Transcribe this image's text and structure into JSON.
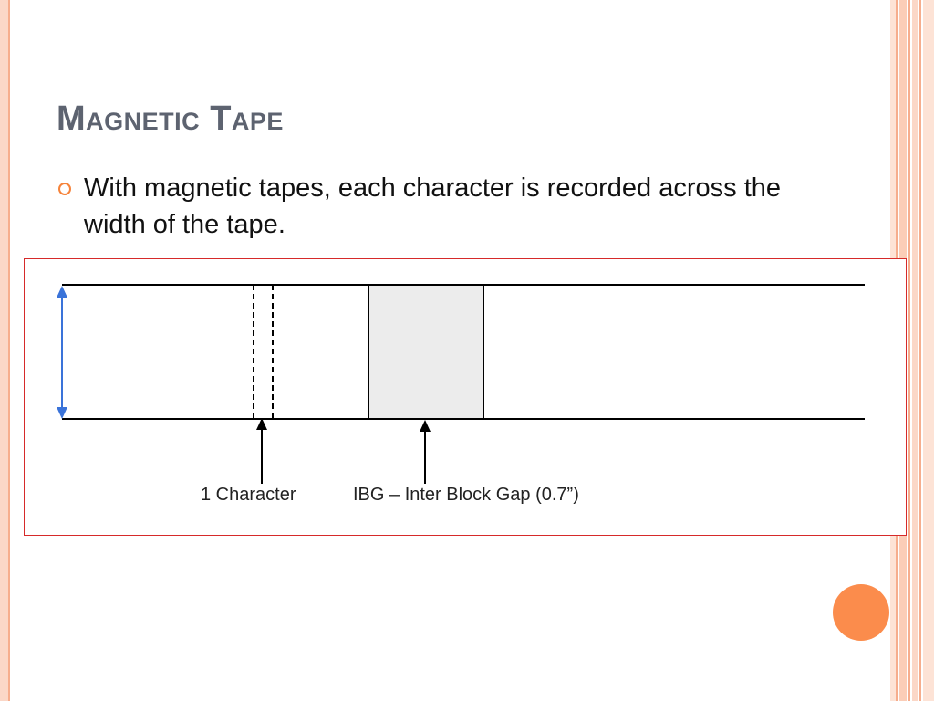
{
  "slide": {
    "title": "Magnetic Tape",
    "bullet": "With magnetic tapes, each character is recorded across the width of the tape."
  },
  "diagram": {
    "labels": {
      "character": "1 Character",
      "ibg": "IBG – Inter Block Gap (0.7”)"
    },
    "colors": {
      "frame_border": "#d62a2a",
      "tape_lines": "#000000",
      "gap_fill": "#ececec",
      "width_arrow": "#3a73d9"
    }
  },
  "theme": {
    "accent": "#f6833a",
    "title_color": "#5d6370",
    "decor_stripe": "#fbd7c7"
  }
}
